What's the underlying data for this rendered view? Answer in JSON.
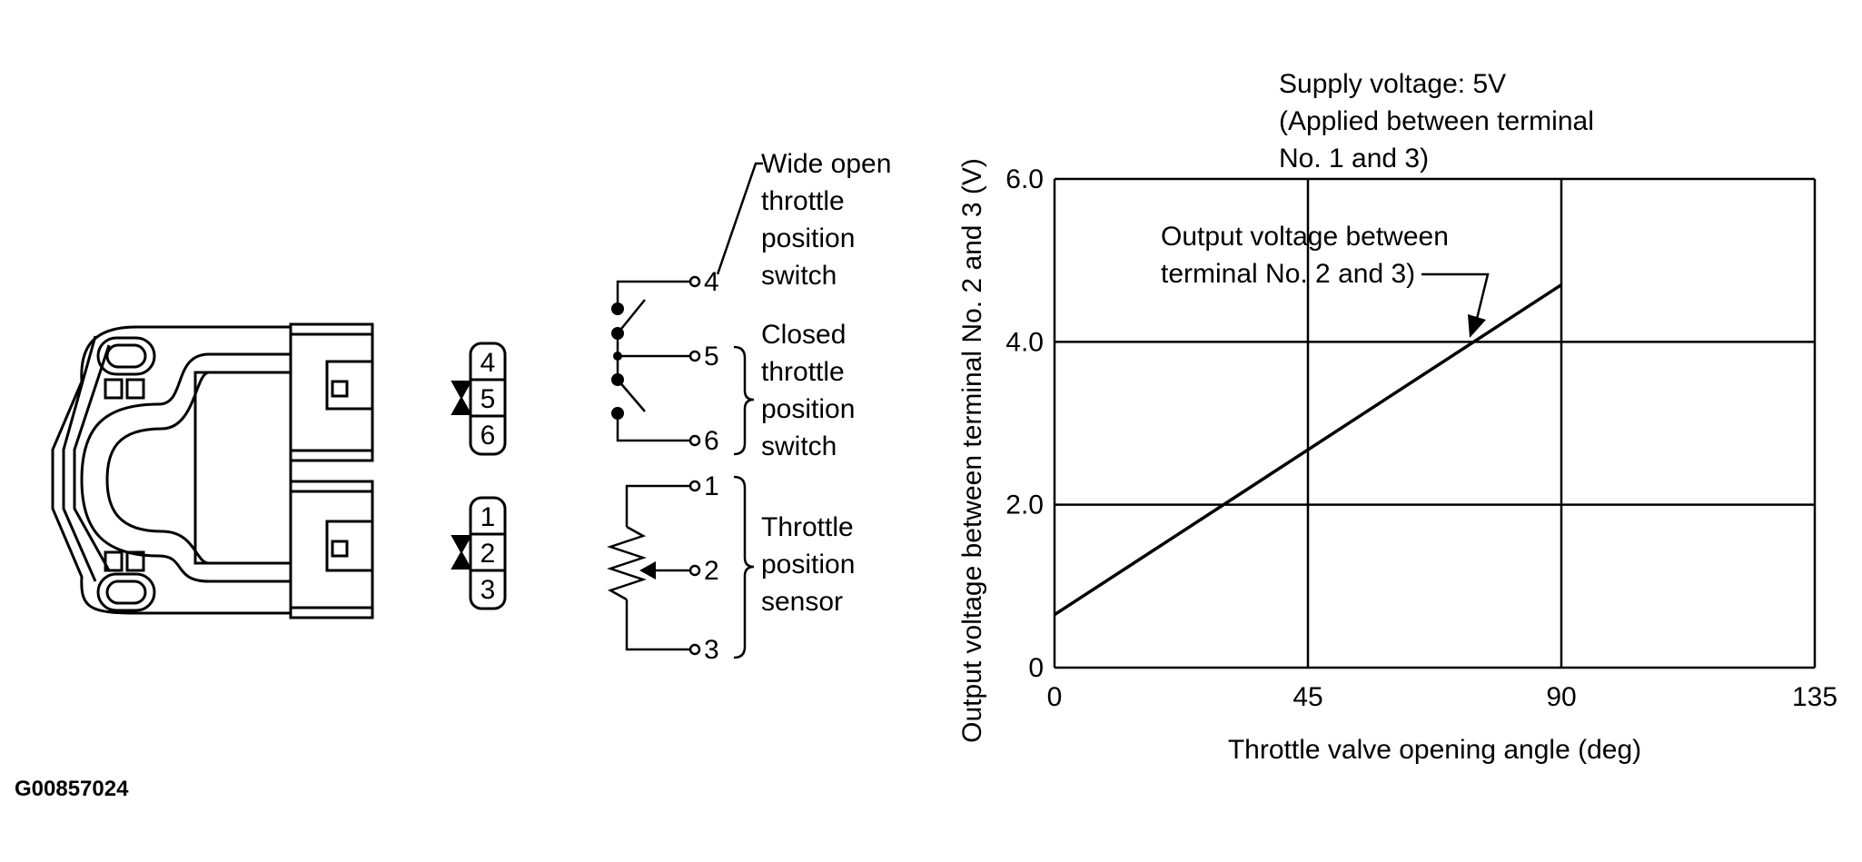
{
  "figure_code": "G00857024",
  "connector_pins": {
    "upper": [
      "4",
      "5",
      "6"
    ],
    "lower": [
      "1",
      "2",
      "3"
    ]
  },
  "circuit": {
    "terminals": [
      "4",
      "5",
      "6",
      "1",
      "2",
      "3"
    ],
    "wot_switch_label": [
      "Wide open",
      "throttle",
      "position",
      "switch"
    ],
    "closed_switch_label": [
      "Closed",
      "throttle",
      "position",
      "switch"
    ],
    "sensor_label": [
      "Throttle",
      "position",
      "sensor"
    ]
  },
  "chart_data": {
    "type": "line",
    "annotation_supply": [
      "Supply voltage: 5V",
      "(Applied between terminal",
      "No. 1 and 3)"
    ],
    "annotation_output": [
      "Output voltage between",
      "terminal No. 2 and 3)"
    ],
    "xlabel": "Throttle valve opening angle (deg)",
    "ylabel": "Output voltage between terminal No. 2 and 3 (V)",
    "xlim": [
      0,
      135
    ],
    "ylim": [
      0,
      6
    ],
    "x_ticks": [
      "0",
      "45",
      "90",
      "135"
    ],
    "y_ticks": [
      "0",
      "2.0",
      "4.0",
      "6.0"
    ],
    "grid": true,
    "series": [
      {
        "x": [
          0,
          90
        ],
        "y": [
          0.65,
          4.7
        ]
      }
    ]
  }
}
